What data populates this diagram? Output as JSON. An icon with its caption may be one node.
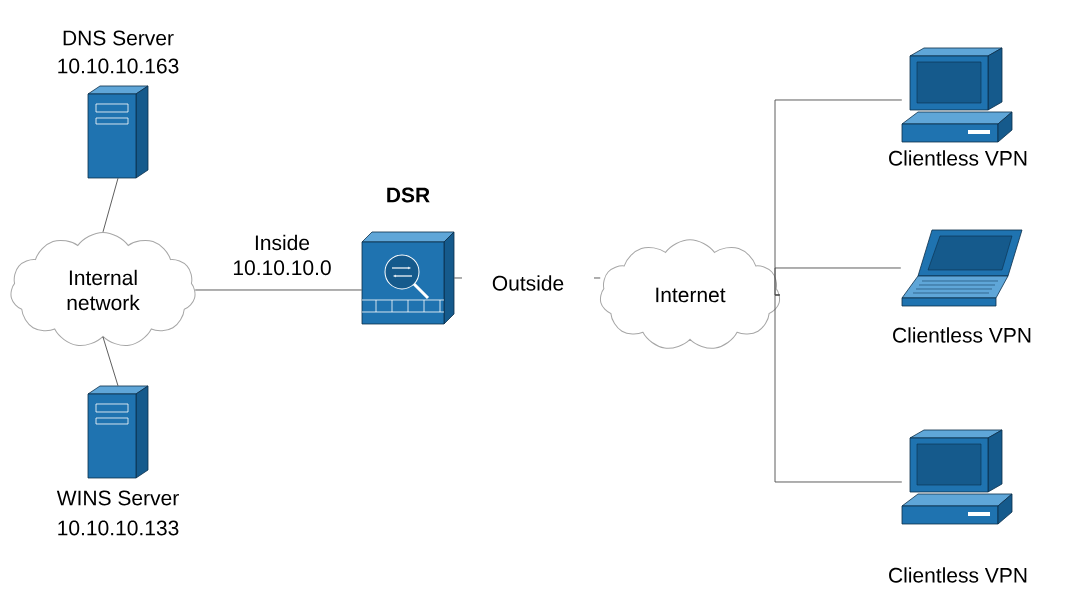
{
  "diagram": {
    "nodes": [
      {
        "text": [],
        "shape": "picture",
        "beside": [
          "DNS Server",
          "10.10.10.163"
        ]
      },
      {
        "text": [
          "Internal network"
        ]
      },
      {
        "text": [],
        "shape": "picture",
        "beside": [
          "WINS Server",
          "10.10.10.133"
        ]
      },
      {
        "text": [],
        "shape": "picture",
        "beside": [
          "DSR"
        ]
      },
      {
        "text": [
          "Internet"
        ]
      },
      {
        "text": [],
        "shape": "picture",
        "beside": [
          "Clientless VPN"
        ]
      },
      {
        "text": [],
        "shape": "picture",
        "beside": [
          "Clientless VPN"
        ]
      },
      {
        "text": [],
        "shape": "picture",
        "beside": [
          "Clientless VPN"
        ]
      }
    ],
    "edges": [
      {
        "from": 0,
        "to": 1,
        "arrow": "none"
      },
      {
        "from": 1,
        "to": 2,
        "arrow": "none"
      },
      {
        "from": 1,
        "to": 3,
        "arrow": "none",
        "label": "Inside 10.10.10.0"
      },
      {
        "from": 3,
        "to": 4,
        "arrow": "none",
        "label": "Outside"
      },
      {
        "from": 4,
        "to": 5,
        "arrow": "none"
      },
      {
        "from": 4,
        "to": 6,
        "arrow": "none"
      },
      {
        "from": 4,
        "to": 7,
        "arrow": "none"
      }
    ]
  }
}
